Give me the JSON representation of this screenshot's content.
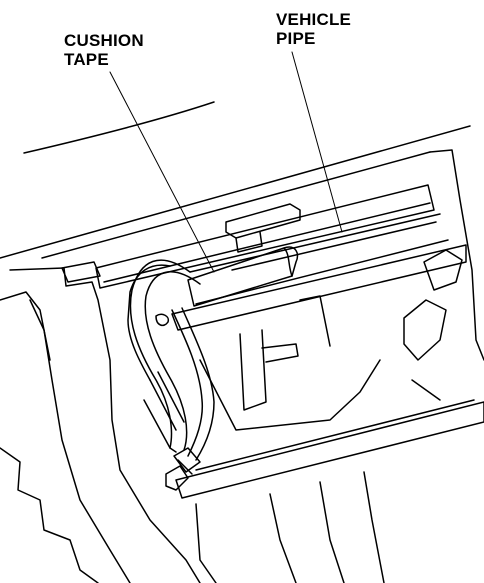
{
  "callouts": {
    "cushion_tape": {
      "line1": "CUSHION",
      "line2": "TAPE"
    },
    "vehicle_pipe": {
      "line1": "VEHICLE",
      "line2": "PIPE"
    }
  },
  "colors": {
    "line": "#000000",
    "background": "#ffffff"
  }
}
